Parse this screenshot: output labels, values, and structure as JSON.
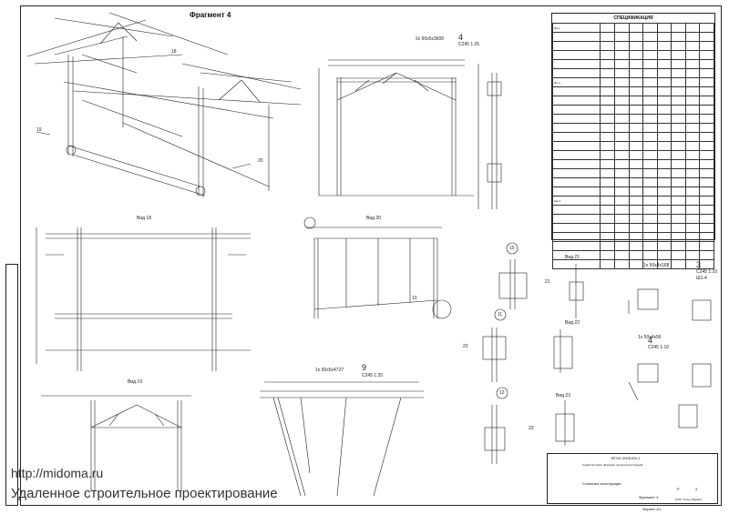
{
  "title": "Фрагмент 4",
  "views": {
    "v18": "Вид 18",
    "v20": "Вид 20",
    "v19": "Вид 19",
    "v21": "Вид 21",
    "v22": "Вид 22",
    "v23": "Вид 23"
  },
  "callouts": {
    "frame4": "4",
    "frame4_prof": "2х 90х5х3600",
    "frame4_steel": "С245 1:25",
    "frame9": "9",
    "frame9_prof": "1х 90х5х4727",
    "frame9_steel": "С245 1:25",
    "part3": "3",
    "part3_prof": "1х 50х4х168",
    "part3_steel": "С245 1:10",
    "part3_note": "Ш1-4",
    "part4": "4",
    "part4_prof": "1х 50х4х56",
    "part4_steel": "С245 1:10",
    "node10": "10",
    "node11": "11",
    "node12": "12",
    "n18": "18",
    "n20": "20",
    "n21": "21",
    "n22": "22",
    "n23": "23",
    "n19": "19",
    "n10": "10"
  },
  "spec": {
    "title": "СПЕЦИФИКАЦИЯ",
    "rows": [
      "Ф4-1",
      "",
      "",
      "",
      "",
      "",
      "Ф1-4",
      "",
      "",
      "",
      "",
      "",
      "",
      "",
      "",
      "",
      "",
      "",
      "",
      "Ш1-4",
      "",
      "",
      "",
      "",
      "",
      "",
      ""
    ]
  },
  "stamp": {
    "code": "ВТ/З1-2008-КМ-1",
    "stage": "Р",
    "sheet": "4",
    "sheets": "",
    "desc1": "Сарай-бытовка. Фрагмент металлоконструкций",
    "project": "Фрагмент 4",
    "company": "ООО \"Гольд Марккет\"",
    "group": "Стальные конструкции",
    "format": "Формат А1"
  },
  "watermark": {
    "url": "http://midoma.ru",
    "text": "Удаленное строительное проектирование"
  }
}
